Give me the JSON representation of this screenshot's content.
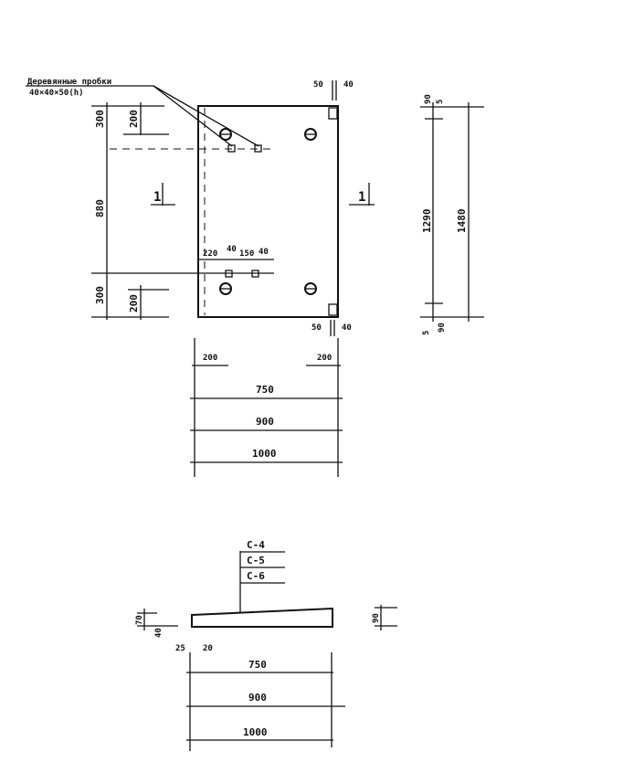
{
  "plan": {
    "callout": {
      "title": "Деревянные пробки",
      "size": "40×40×50(h)"
    },
    "left_dims": {
      "top": "300",
      "middle": "880",
      "bottom": "300",
      "top_inner": "200",
      "bottom_inner": "200"
    },
    "section_marks": {
      "left": "1",
      "right": "1"
    },
    "corner_dims": {
      "top_a": "50",
      "top_b": "40",
      "bottom_a": "50",
      "bottom_b": "40"
    },
    "plug_dims": [
      "220",
      "40",
      "150",
      "40"
    ],
    "right_dims": {
      "top_a": "90",
      "top_b": "5",
      "middle": "1290",
      "bottom_a": "5",
      "bottom_b": "90",
      "overall": "1480"
    },
    "bottom_dims": {
      "left_offset": "200",
      "right_offset": "200",
      "d1": "750",
      "d2": "900",
      "d3": "1000"
    }
  },
  "section": {
    "labels": [
      "С-4",
      "С-5",
      "С-6"
    ],
    "left_dims": {
      "height": "70",
      "lip": "40"
    },
    "right_dim": "90",
    "edge_dims": {
      "a": "25",
      "b": "20"
    },
    "widths": {
      "d1": "750",
      "d2": "900",
      "d3": "1000"
    }
  }
}
